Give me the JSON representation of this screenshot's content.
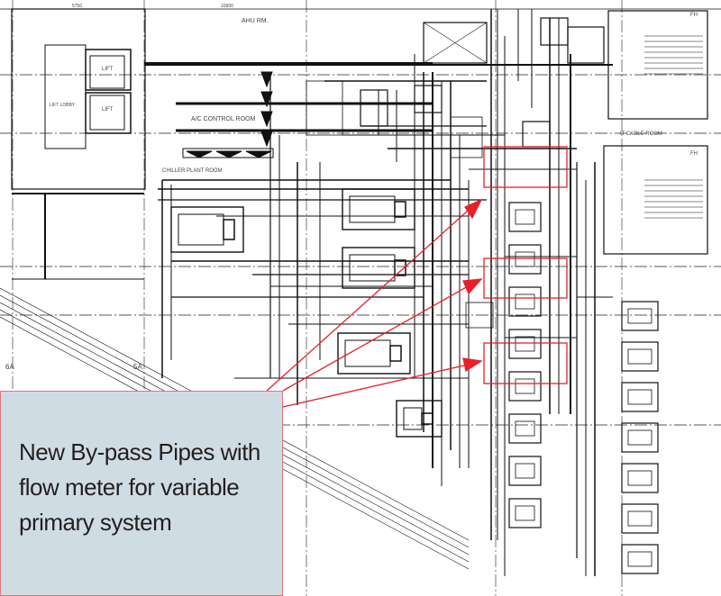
{
  "drawing": {
    "dimensions": [
      "5750",
      "10900"
    ],
    "rooms": {
      "ahu": "AHU RM.",
      "lift1": "LIFT",
      "lift2": "LIFT",
      "lift_lobby": "LIFT LOBBY",
      "ac_control": "A/C CONTROL ROOM",
      "chiller_plant": "CHILLER PLANT ROOM",
      "it_cable": "IT CABLE ROOM",
      "fh1": "FH",
      "fh2": "FH"
    },
    "grid_labels": [
      "6A",
      "5A"
    ],
    "colors": {
      "line": "#111111",
      "annotation": "#e8202a",
      "callout_bg": "#d0dce4"
    }
  },
  "callout": {
    "text": "New By-pass Pipes with flow meter for variable primary system"
  }
}
